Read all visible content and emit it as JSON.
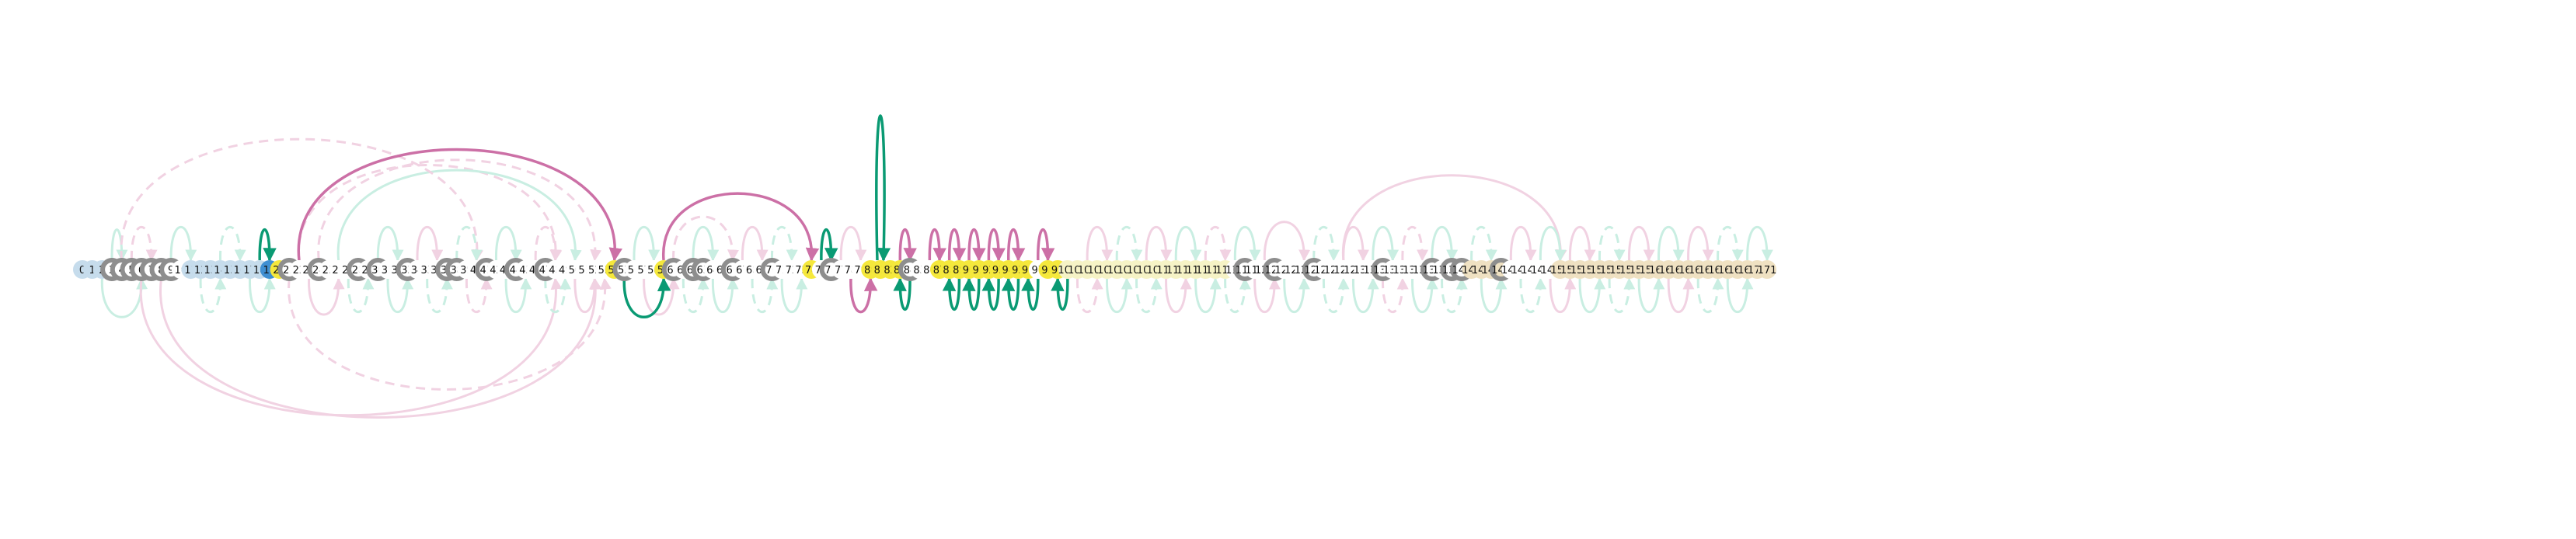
{
  "colors": {
    "node_blue": "#c6dcec",
    "node_blue_dark": "#3f8fd2",
    "node_yellow": "#f5e83c",
    "node_yellow_light": "#f6f3c6",
    "node_tan": "#efe1c2",
    "node_gray": "#8e8e8e",
    "edge_green": "#0a9a73",
    "edge_pink": "#cc70a6",
    "edge_green_faint": "#c9eee2",
    "edge_pink_faint": "#f1d2e2"
  },
  "node_labels": [
    "0",
    "1",
    "2",
    "3",
    "4",
    "5",
    "6",
    "7",
    "8",
    "9",
    "10",
    "11",
    "12",
    "13",
    "14",
    "15",
    "16",
    "17",
    "18",
    "19",
    "20",
    "21",
    "22",
    "23",
    "24",
    "25",
    "26",
    "27",
    "28",
    "29",
    "30",
    "31",
    "32",
    "33",
    "34",
    "35",
    "36",
    "37",
    "38",
    "39",
    "40",
    "41",
    "42",
    "43",
    "44",
    "45",
    "46",
    "47",
    "48",
    "49",
    "50",
    "51",
    "52",
    "53",
    "54",
    "55",
    "56",
    "57",
    "58",
    "59",
    "60",
    "61",
    "62",
    "63",
    "64",
    "65",
    "66",
    "67",
    "68",
    "69",
    "70",
    "71",
    "72",
    "73",
    "74",
    "75",
    "76",
    "77",
    "78",
    "79",
    "80",
    "81",
    "82",
    "83",
    "84",
    "85",
    "86",
    "87",
    "88",
    "89",
    "90",
    "91",
    "92",
    "93",
    "94",
    "95",
    "96",
    "97",
    "98",
    "99",
    "100",
    "101",
    "102",
    "103",
    "104",
    "105",
    "106",
    "107",
    "108",
    "109",
    "110",
    "111",
    "112",
    "113",
    "114",
    "115",
    "116",
    "117",
    "118",
    "119",
    "120",
    "121",
    "122",
    "123",
    "124",
    "125",
    "126",
    "127",
    "128",
    "129",
    "130",
    "131",
    "132",
    "133",
    "134",
    "135",
    "136",
    "137",
    "138",
    "139",
    "140",
    "141",
    "142",
    "143",
    "144",
    "145",
    "146",
    "147",
    "148",
    "149",
    "150",
    "151",
    "152",
    "153",
    "154",
    "155",
    "156",
    "157",
    "158",
    "159",
    "160",
    "161",
    "162",
    "163",
    "164",
    "165",
    "166",
    "167",
    "168",
    "169",
    "170",
    "171"
  ],
  "node_styles": {
    "blue": [
      0,
      1,
      2,
      11,
      12,
      13,
      14,
      15,
      16,
      17,
      18
    ],
    "blue_dark": [
      19
    ],
    "yellow": [
      20,
      54,
      59,
      74,
      80,
      81,
      82,
      83,
      87,
      88,
      89,
      90,
      91,
      92,
      93,
      94,
      95,
      96,
      98,
      99
    ],
    "yellow_light": [
      100,
      101,
      102,
      103,
      104,
      105,
      106,
      107,
      108,
      109,
      110,
      111,
      112,
      113,
      114,
      115,
      116
    ],
    "tan": [
      141,
      142,
      143,
      144,
      150,
      151,
      152,
      153,
      154,
      155,
      156,
      157,
      158,
      159,
      160,
      161,
      162,
      163,
      164,
      165,
      166,
      167,
      168,
      169,
      170,
      171
    ],
    "gray_marker": [
      3,
      4,
      5,
      6,
      7,
      8,
      9,
      21,
      24,
      28,
      30,
      33,
      37,
      38,
      41,
      44,
      47,
      55,
      60,
      62,
      63,
      66,
      70,
      76,
      84,
      118,
      121,
      125,
      132,
      137,
      139,
      140,
      144
    ]
  },
  "edges_strong": [
    {
      "from": 18,
      "to": 19,
      "side": "above",
      "color": "green"
    },
    {
      "from": 22,
      "to": 54,
      "side": "above",
      "color": "pink"
    },
    {
      "from": 59,
      "to": 74,
      "side": "above",
      "color": "pink"
    },
    {
      "from": 75,
      "to": 76,
      "side": "above",
      "color": "green"
    },
    {
      "from": 81,
      "to": 81,
      "side": "above",
      "color": "green"
    },
    {
      "from": 83,
      "to": 84,
      "side": "above",
      "color": "pink"
    },
    {
      "from": 86,
      "to": 87,
      "side": "above",
      "color": "pink"
    },
    {
      "from": 88,
      "to": 89,
      "side": "above",
      "color": "pink"
    },
    {
      "from": 90,
      "to": 91,
      "side": "above",
      "color": "pink"
    },
    {
      "from": 92,
      "to": 93,
      "side": "above",
      "color": "pink"
    },
    {
      "from": 94,
      "to": 95,
      "side": "above",
      "color": "pink"
    },
    {
      "from": 97,
      "to": 98,
      "side": "above",
      "color": "pink"
    },
    {
      "from": 55,
      "to": 59,
      "side": "below",
      "color": "green"
    },
    {
      "from": 78,
      "to": 80,
      "side": "below",
      "color": "pink"
    },
    {
      "from": 84,
      "to": 83,
      "side": "below",
      "color": "green"
    },
    {
      "from": 89,
      "to": 88,
      "side": "below",
      "color": "green"
    },
    {
      "from": 91,
      "to": 90,
      "side": "below",
      "color": "green"
    },
    {
      "from": 93,
      "to": 92,
      "side": "below",
      "color": "green"
    },
    {
      "from": 95,
      "to": 94,
      "side": "below",
      "color": "green"
    },
    {
      "from": 97,
      "to": 96,
      "side": "below",
      "color": "green"
    },
    {
      "from": 100,
      "to": 99,
      "side": "below",
      "color": "green"
    }
  ],
  "edges_faint": [
    {
      "from": 3,
      "to": 4,
      "side": "above",
      "color": "green",
      "dashed": false
    },
    {
      "from": 5,
      "to": 7,
      "side": "above",
      "color": "pink",
      "dashed": true
    },
    {
      "from": 9,
      "to": 11,
      "side": "above",
      "color": "green",
      "dashed": false
    },
    {
      "from": 14,
      "to": 16,
      "side": "above",
      "color": "green",
      "dashed": true
    },
    {
      "from": 22,
      "to": 48,
      "side": "above",
      "color": "pink",
      "dashed": true
    },
    {
      "from": 24,
      "to": 52,
      "side": "above",
      "color": "pink",
      "dashed": true
    },
    {
      "from": 26,
      "to": 50,
      "side": "above",
      "color": "green",
      "dashed": false
    },
    {
      "from": 4,
      "to": 40,
      "side": "above",
      "color": "pink",
      "dashed": true
    },
    {
      "from": 30,
      "to": 32,
      "side": "above",
      "color": "green",
      "dashed": false
    },
    {
      "from": 34,
      "to": 36,
      "side": "above",
      "color": "pink",
      "dashed": false
    },
    {
      "from": 38,
      "to": 40,
      "side": "above",
      "color": "green",
      "dashed": true
    },
    {
      "from": 42,
      "to": 44,
      "side": "above",
      "color": "green",
      "dashed": false
    },
    {
      "from": 46,
      "to": 48,
      "side": "above",
      "color": "pink",
      "dashed": true
    },
    {
      "from": 56,
      "to": 58,
      "side": "above",
      "color": "green",
      "dashed": false
    },
    {
      "from": 60,
      "to": 66,
      "side": "above",
      "color": "pink",
      "dashed": true
    },
    {
      "from": 62,
      "to": 64,
      "side": "above",
      "color": "green",
      "dashed": false
    },
    {
      "from": 67,
      "to": 69,
      "side": "above",
      "color": "pink",
      "dashed": false
    },
    {
      "from": 70,
      "to": 72,
      "side": "above",
      "color": "green",
      "dashed": true
    },
    {
      "from": 77,
      "to": 79,
      "side": "above",
      "color": "pink",
      "dashed": false
    },
    {
      "from": 102,
      "to": 104,
      "side": "above",
      "color": "pink",
      "dashed": false
    },
    {
      "from": 105,
      "to": 107,
      "side": "above",
      "color": "green",
      "dashed": true
    },
    {
      "from": 108,
      "to": 110,
      "side": "above",
      "color": "pink",
      "dashed": false
    },
    {
      "from": 111,
      "to": 113,
      "side": "above",
      "color": "green",
      "dashed": false
    },
    {
      "from": 114,
      "to": 116,
      "side": "above",
      "color": "pink",
      "dashed": true
    },
    {
      "from": 117,
      "to": 119,
      "side": "above",
      "color": "green",
      "dashed": false
    },
    {
      "from": 120,
      "to": 124,
      "side": "above",
      "color": "pink",
      "dashed": false
    },
    {
      "from": 125,
      "to": 127,
      "side": "above",
      "color": "green",
      "dashed": true
    },
    {
      "from": 128,
      "to": 130,
      "side": "above",
      "color": "pink",
      "dashed": false
    },
    {
      "from": 131,
      "to": 133,
      "side": "above",
      "color": "green",
      "dashed": false
    },
    {
      "from": 128,
      "to": 150,
      "side": "above",
      "color": "pink",
      "dashed": false
    },
    {
      "from": 134,
      "to": 136,
      "side": "above",
      "color": "pink",
      "dashed": true
    },
    {
      "from": 137,
      "to": 139,
      "side": "above",
      "color": "green",
      "dashed": false
    },
    {
      "from": 141,
      "to": 143,
      "side": "above",
      "color": "green",
      "dashed": true
    },
    {
      "from": 145,
      "to": 147,
      "side": "above",
      "color": "pink",
      "dashed": false
    },
    {
      "from": 148,
      "to": 150,
      "side": "above",
      "color": "green",
      "dashed": false
    },
    {
      "from": 151,
      "to": 153,
      "side": "above",
      "color": "pink",
      "dashed": false
    },
    {
      "from": 154,
      "to": 156,
      "side": "above",
      "color": "green",
      "dashed": true
    },
    {
      "from": 157,
      "to": 159,
      "side": "above",
      "color": "pink",
      "dashed": false
    },
    {
      "from": 160,
      "to": 162,
      "side": "above",
      "color": "green",
      "dashed": false
    },
    {
      "from": 163,
      "to": 165,
      "side": "above",
      "color": "pink",
      "dashed": false
    },
    {
      "from": 166,
      "to": 168,
      "side": "above",
      "color": "green",
      "dashed": true
    },
    {
      "from": 169,
      "to": 171,
      "side": "above",
      "color": "green",
      "dashed": false
    },
    {
      "from": 2,
      "to": 6,
      "side": "below",
      "color": "green",
      "dashed": false
    },
    {
      "from": 6,
      "to": 48,
      "side": "below",
      "color": "pink",
      "dashed": false
    },
    {
      "from": 8,
      "to": 52,
      "side": "below",
      "color": "pink",
      "dashed": false
    },
    {
      "from": 12,
      "to": 14,
      "side": "below",
      "color": "green",
      "dashed": true
    },
    {
      "from": 17,
      "to": 19,
      "side": "below",
      "color": "green",
      "dashed": false
    },
    {
      "from": 21,
      "to": 53,
      "side": "below",
      "color": "pink",
      "dashed": true
    },
    {
      "from": 23,
      "to": 26,
      "side": "below",
      "color": "pink",
      "dashed": false
    },
    {
      "from": 27,
      "to": 29,
      "side": "below",
      "color": "green",
      "dashed": true
    },
    {
      "from": 31,
      "to": 33,
      "side": "below",
      "color": "green",
      "dashed": false
    },
    {
      "from": 35,
      "to": 37,
      "side": "below",
      "color": "green",
      "dashed": true
    },
    {
      "from": 39,
      "to": 41,
      "side": "below",
      "color": "pink",
      "dashed": true
    },
    {
      "from": 43,
      "to": 45,
      "side": "below",
      "color": "green",
      "dashed": false
    },
    {
      "from": 47,
      "to": 49,
      "side": "below",
      "color": "green",
      "dashed": true
    },
    {
      "from": 50,
      "to": 52,
      "side": "below",
      "color": "pink",
      "dashed": false
    },
    {
      "from": 57,
      "to": 60,
      "side": "below",
      "color": "pink",
      "dashed": false
    },
    {
      "from": 61,
      "to": 63,
      "side": "below",
      "color": "green",
      "dashed": true
    },
    {
      "from": 64,
      "to": 66,
      "side": "below",
      "color": "green",
      "dashed": false
    },
    {
      "from": 68,
      "to": 70,
      "side": "below",
      "color": "green",
      "dashed": true
    },
    {
      "from": 71,
      "to": 73,
      "side": "below",
      "color": "green",
      "dashed": false
    },
    {
      "from": 101,
      "to": 103,
      "side": "below",
      "color": "pink",
      "dashed": true
    },
    {
      "from": 104,
      "to": 106,
      "side": "below",
      "color": "green",
      "dashed": false
    },
    {
      "from": 107,
      "to": 109,
      "side": "below",
      "color": "green",
      "dashed": true
    },
    {
      "from": 110,
      "to": 112,
      "side": "below",
      "color": "pink",
      "dashed": false
    },
    {
      "from": 113,
      "to": 115,
      "side": "below",
      "color": "green",
      "dashed": false
    },
    {
      "from": 116,
      "to": 118,
      "side": "below",
      "color": "green",
      "dashed": true
    },
    {
      "from": 119,
      "to": 121,
      "side": "below",
      "color": "pink",
      "dashed": false
    },
    {
      "from": 122,
      "to": 124,
      "side": "below",
      "color": "green",
      "dashed": false
    },
    {
      "from": 126,
      "to": 128,
      "side": "below",
      "color": "green",
      "dashed": true
    },
    {
      "from": 129,
      "to": 131,
      "side": "below",
      "color": "green",
      "dashed": false
    },
    {
      "from": 132,
      "to": 134,
      "side": "below",
      "color": "pink",
      "dashed": true
    },
    {
      "from": 135,
      "to": 137,
      "side": "below",
      "color": "green",
      "dashed": false
    },
    {
      "from": 138,
      "to": 140,
      "side": "below",
      "color": "green",
      "dashed": true
    },
    {
      "from": 142,
      "to": 144,
      "side": "below",
      "color": "green",
      "dashed": false
    },
    {
      "from": 146,
      "to": 148,
      "side": "below",
      "color": "green",
      "dashed": true
    },
    {
      "from": 149,
      "to": 151,
      "side": "below",
      "color": "pink",
      "dashed": false
    },
    {
      "from": 152,
      "to": 154,
      "side": "below",
      "color": "green",
      "dashed": false
    },
    {
      "from": 155,
      "to": 157,
      "side": "below",
      "color": "green",
      "dashed": true
    },
    {
      "from": 158,
      "to": 160,
      "side": "below",
      "color": "green",
      "dashed": false
    },
    {
      "from": 161,
      "to": 163,
      "side": "below",
      "color": "pink",
      "dashed": false
    },
    {
      "from": 164,
      "to": 166,
      "side": "below",
      "color": "green",
      "dashed": true
    },
    {
      "from": 167,
      "to": 169,
      "side": "below",
      "color": "green",
      "dashed": false
    }
  ]
}
